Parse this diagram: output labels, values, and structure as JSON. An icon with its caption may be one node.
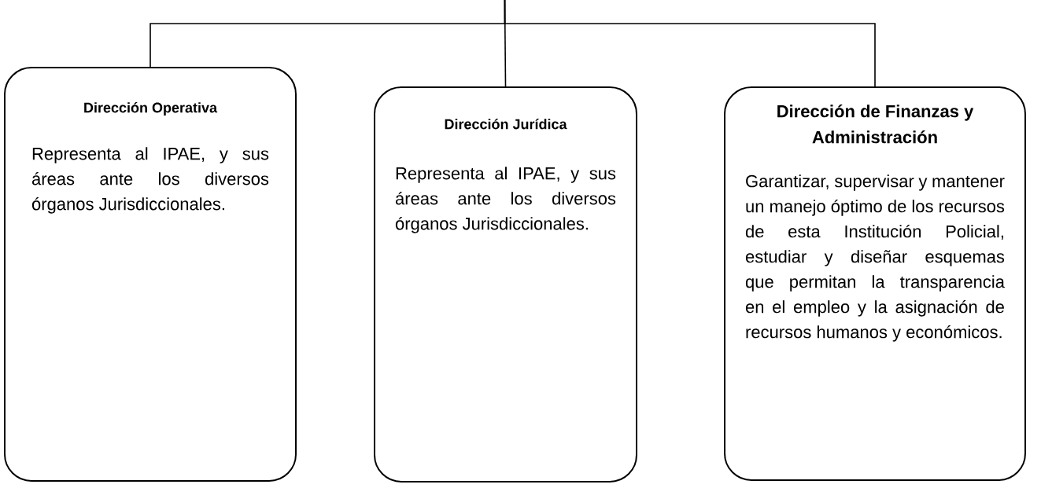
{
  "diagram": {
    "nodes": [
      {
        "text": [
          "Dirección Operativa",
          "Representa al IPAE, y sus áreas ante los diversos órganos Jurisdiccionales."
        ]
      },
      {
        "text": [
          "Dirección Jurídica",
          "Representa al IPAE, y sus áreas ante los diversos órganos Jurisdiccionales."
        ]
      },
      {
        "text": [
          "Dirección de Finanzas y Administración",
          "Garantizar, supervisar y mantener un manejo óptimo de los recursos de esta Institución Policial, estudiar y diseñar esquemas que permitan la transparencia en el empleo y la asignación de recursos humanos y económicos."
        ]
      }
    ],
    "edges": [
      {
        "from": null,
        "to": 0,
        "arrow": "none"
      },
      {
        "from": null,
        "to": 1,
        "arrow": "none"
      },
      {
        "from": null,
        "to": 2,
        "arrow": "none"
      }
    ]
  }
}
